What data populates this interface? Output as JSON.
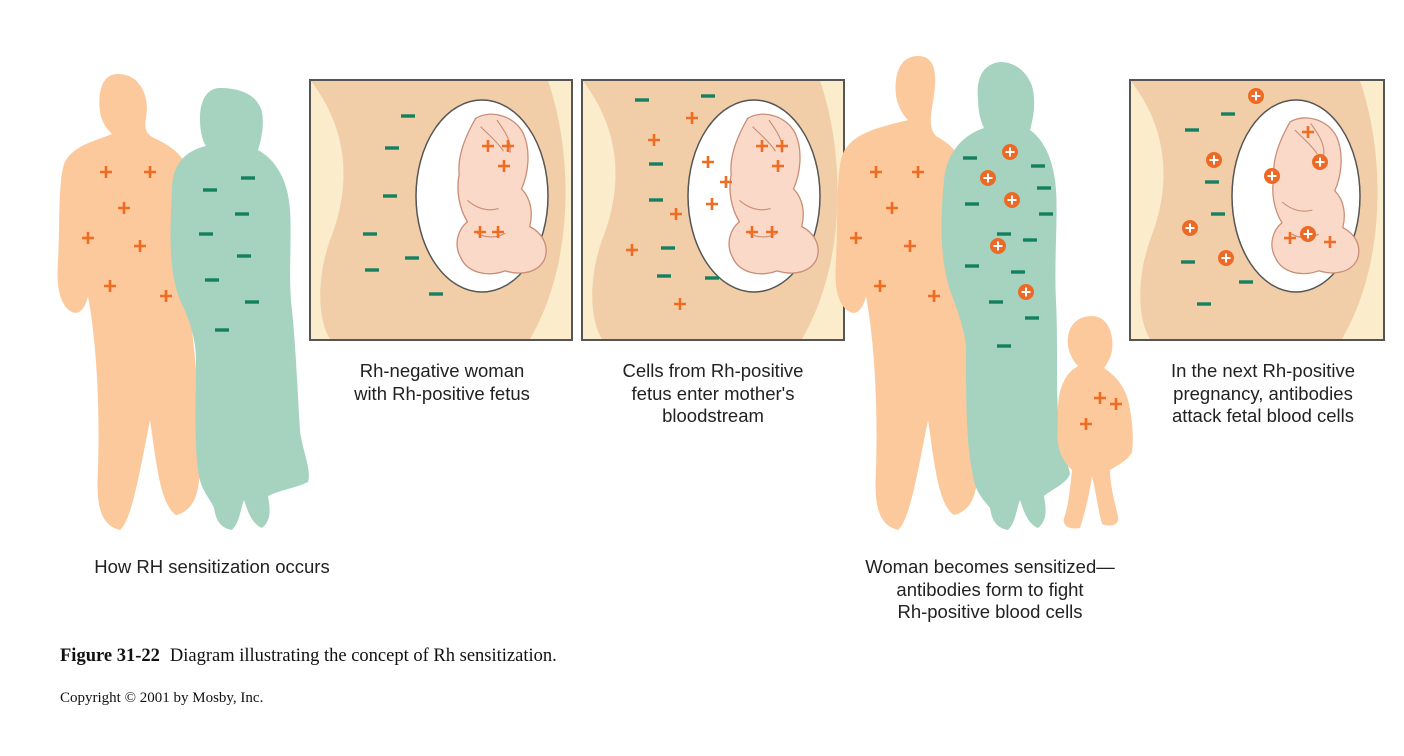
{
  "panels": {
    "couple": {
      "caption": "How RH sensitization occurs"
    },
    "pregnant": {
      "caption": "Rh-negative woman\nwith Rh-positive fetus"
    },
    "cells_enter": {
      "caption": "Cells from Rh-positive\nfetus enter mother's\nbloodstream"
    },
    "sensitized": {
      "caption": "Woman becomes sensitized—\nantibodies form to fight\nRh-positive blood cells"
    },
    "next_pregnancy": {
      "caption": "In the next Rh-positive\npregnancy, antibodies\nattack fetal blood cells"
    }
  },
  "figure": {
    "number": "Figure 31-22",
    "caption": "Diagram illustrating the concept of Rh sensitization.",
    "copyright": "Copyright © 2001 by Mosby, Inc."
  },
  "colors": {
    "rh_positive_body": "#fbc99c",
    "rh_negative_body": "#a6d3bf",
    "uterus_bg": "#f1cea8",
    "panel_edge": "#fbeccb",
    "fetus": "#fbd9c8",
    "plus_sign": "#ef6c22",
    "minus_sign": "#138060",
    "antibody_cell": "#ec6a25"
  }
}
